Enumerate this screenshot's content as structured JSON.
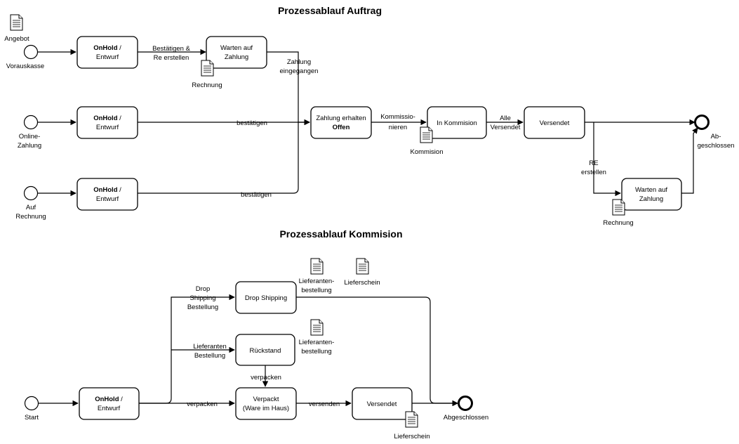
{
  "titles": {
    "auftrag": "Prozessablauf Auftrag",
    "kommision": "Prozessablauf Kommision"
  },
  "auftrag": {
    "angebot_doc": "Angebot",
    "start_vorkasse": "Vorauskasse",
    "start_online": [
      "Online-",
      "Zahlung"
    ],
    "start_rechnung": [
      "Auf",
      "Rechnung"
    ],
    "onhold_bold": "OnHold",
    "onhold_slash": " /",
    "onhold_sub": "Entwurf",
    "edge_bestaetigen_re": [
      "Bestätigen &",
      "Re erstellen"
    ],
    "warten_zahlung_1": [
      "Warten auf",
      "Zahlung"
    ],
    "rechnung_doc_1": "Rechnung",
    "zahlung_eingegangen": [
      "Zahlung",
      "eingegangen"
    ],
    "edge_bestaetigen_online": "bestätigen",
    "edge_bestaetigen_rechnung": "bestätigen",
    "zahlung_erhalten": "Zahlung erhalten",
    "zahlung_offen": "Offen",
    "edge_kommissionieren": [
      "Kommissio-",
      "nieren"
    ],
    "in_kommision": "In Kommision",
    "kommision_doc": "Kommision",
    "edge_alle_versendet": [
      "Alle",
      "Versendet"
    ],
    "versendet": "Versendet",
    "edge_re_erstellen": [
      "RE",
      "erstellen"
    ],
    "warten_zahlung_2": [
      "Warten auf",
      "Zahlung"
    ],
    "rechnung_doc_2": "Rechnung",
    "end_label": [
      "Ab-",
      "geschlossen"
    ]
  },
  "kommision": {
    "start_label": "Start",
    "onhold_bold": "OnHold",
    "onhold_slash": " /",
    "onhold_sub": "Entwurf",
    "edge_drop": [
      "Drop",
      "Shipping",
      "Bestellung"
    ],
    "drop_shipping": "Drop Shipping",
    "lieferanten_doc_1": [
      "Lieferanten-",
      "bestellung"
    ],
    "lieferschein_doc_1": "Lieferschein",
    "edge_lieferanten": [
      "Lieferanten",
      "Bestellung"
    ],
    "rueckstand": "Rückstand",
    "lieferanten_doc_2": [
      "Lieferanten-",
      "bestellung"
    ],
    "edge_verpacken_down": "verpacken",
    "edge_verpacken": "verpacken",
    "verpackt": [
      "Verpackt",
      "(Ware im Haus)"
    ],
    "edge_versenden": "versenden",
    "versendet": "Versendet",
    "lieferschein_doc_2": "Lieferschein",
    "end_label": "Abgeschlossen"
  }
}
